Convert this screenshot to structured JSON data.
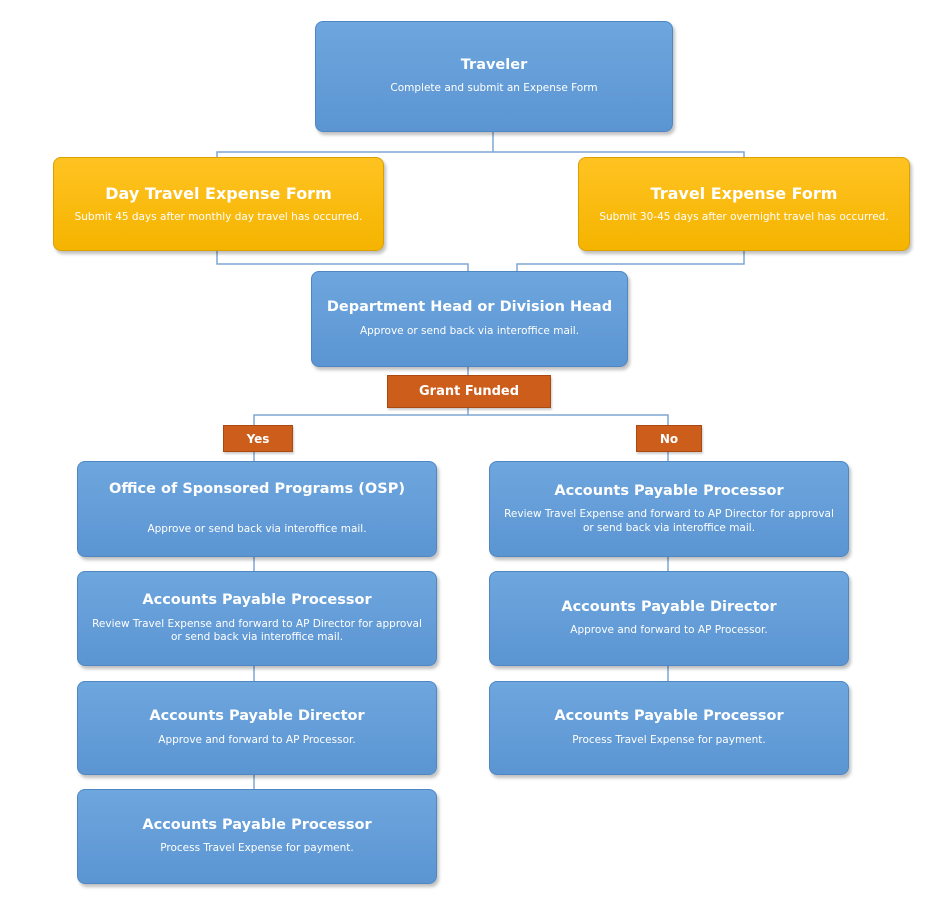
{
  "traveler": {
    "title": "Traveler",
    "subtitle": "Complete and submit an Expense Form"
  },
  "day_form": {
    "title": "Day Travel Expense Form",
    "subtitle": "Submit 45 days after monthly day travel has occurred."
  },
  "travel_form": {
    "title": "Travel Expense Form",
    "subtitle": "Submit 30-45 days after overnight travel has occurred."
  },
  "dept_head": {
    "title": "Department Head or Division Head",
    "subtitle": "Approve or send back via interoffice mail."
  },
  "decision": {
    "label": "Grant Funded",
    "yes": "Yes",
    "no": "No"
  },
  "yes_branch": [
    {
      "title": "Office of Sponsored Programs (OSP)",
      "subtitle": "Approve or send back via interoffice mail."
    },
    {
      "title": "Accounts Payable Processor",
      "subtitle": "Review Travel Expense and forward to AP Director for approval or send back via interoffice mail."
    },
    {
      "title": "Accounts Payable Director",
      "subtitle": "Approve and forward to AP Processor."
    },
    {
      "title": "Accounts Payable Processor",
      "subtitle": "Process Travel Expense for payment."
    }
  ],
  "no_branch": [
    {
      "title": "Accounts Payable Processor",
      "subtitle": "Review Travel Expense and forward to AP Director for approval or send back via interoffice mail."
    },
    {
      "title": "Accounts Payable Director",
      "subtitle": "Approve and forward to AP Processor."
    },
    {
      "title": "Accounts Payable Processor",
      "subtitle": "Process Travel Expense for payment."
    }
  ],
  "colors": {
    "step_box": "#5b9bd5",
    "form_box": "#ffc000",
    "decision_box": "#c55a11",
    "connector": "#7fa7d4"
  }
}
